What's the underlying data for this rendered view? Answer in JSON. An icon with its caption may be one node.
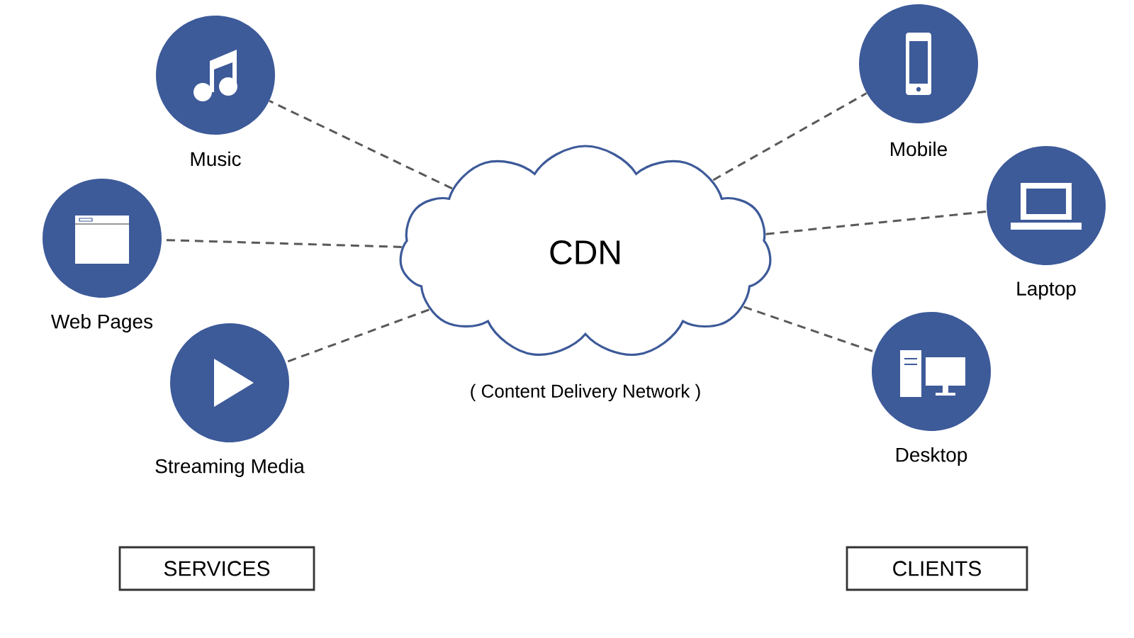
{
  "diagram": {
    "nodes": [
      {
        "text": [
          "CDN"
        ],
        "beside": [
          "( Content Delivery Network )"
        ]
      },
      {
        "text": [
          "Music"
        ]
      },
      {
        "text": [
          "Web Pages"
        ]
      },
      {
        "text": [
          "Streaming Media"
        ]
      },
      {
        "text": [
          "Mobile"
        ]
      },
      {
        "text": [
          "Laptop"
        ]
      },
      {
        "text": [
          "Desktop"
        ]
      },
      {
        "text": [
          "SERVICES"
        ]
      },
      {
        "text": [
          "CLIENTS"
        ]
      }
    ],
    "edges": [
      {
        "from": 0,
        "to": 1,
        "arrow": "none",
        "style": "dashed"
      },
      {
        "from": 0,
        "to": 2,
        "arrow": "none",
        "style": "dashed"
      },
      {
        "from": 0,
        "to": 3,
        "arrow": "none",
        "style": "dashed"
      },
      {
        "from": 0,
        "to": 4,
        "arrow": "none",
        "style": "dashed"
      },
      {
        "from": 0,
        "to": 5,
        "arrow": "none",
        "style": "dashed"
      },
      {
        "from": 0,
        "to": 6,
        "arrow": "none",
        "style": "dashed"
      }
    ]
  }
}
